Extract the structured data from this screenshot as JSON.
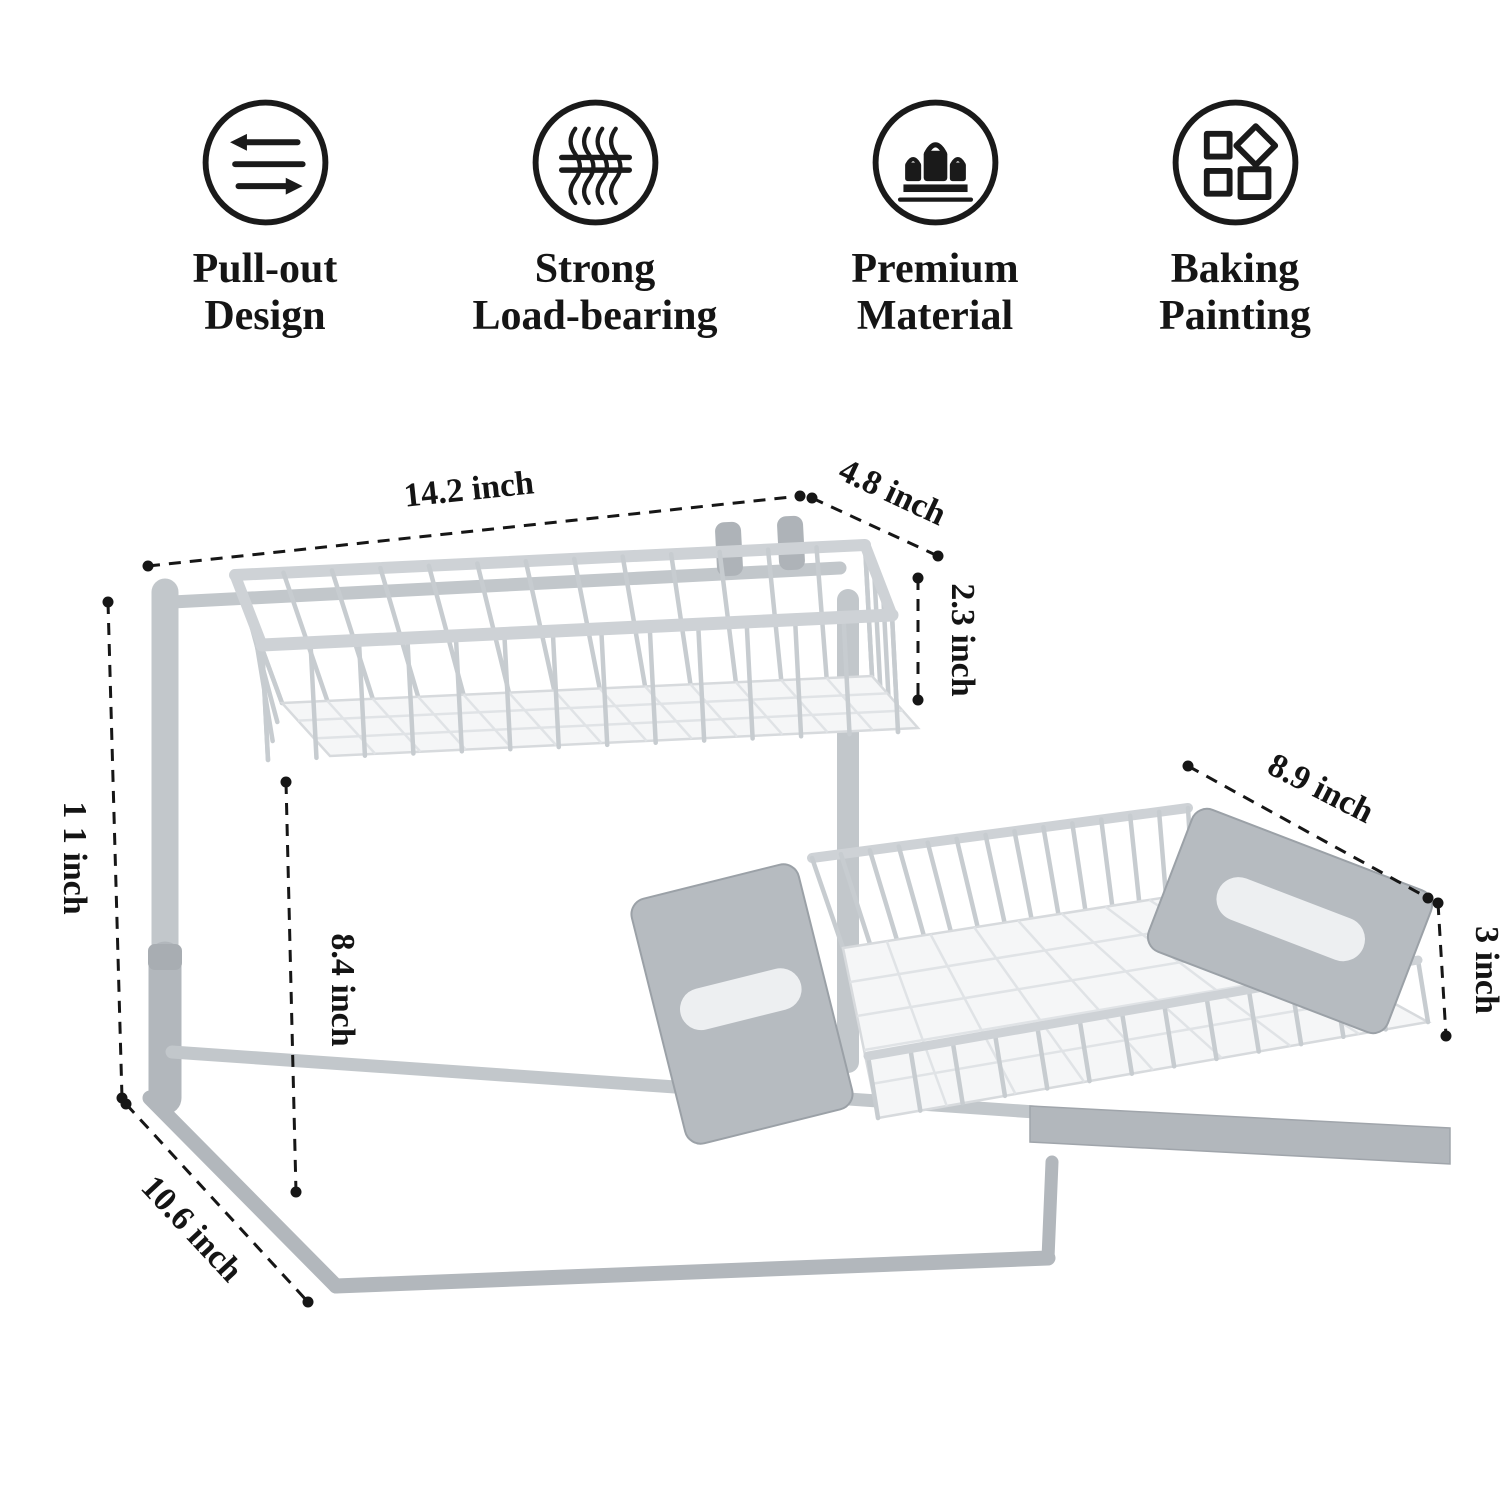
{
  "features": [
    {
      "icon": "pull-out-icon",
      "lines": [
        "Pull-out",
        "Design"
      ]
    },
    {
      "icon": "load-bearing-icon",
      "lines": [
        "Strong",
        "Load-bearing"
      ]
    },
    {
      "icon": "premium-material-icon",
      "lines": [
        "Premium",
        "Material"
      ]
    },
    {
      "icon": "baking-painting-icon",
      "lines": [
        "Baking",
        "Painting"
      ]
    }
  ],
  "dimensions": {
    "top_width": "14.2  inch",
    "top_depth": "4.8  inch",
    "top_basket_height": "2.3  inch",
    "overall_height": "1 1  inch",
    "shelf_clearance": "8.4  inch",
    "bottom_depth": "8.9  inch",
    "bottom_basket_height": "3  inch",
    "base_depth": "10.6  inch"
  },
  "colors": {
    "background": "#ffffff",
    "frame_gray": "#c2c7cb",
    "panel_gray": "#b6bbc0",
    "annotation_black": "#161616"
  }
}
